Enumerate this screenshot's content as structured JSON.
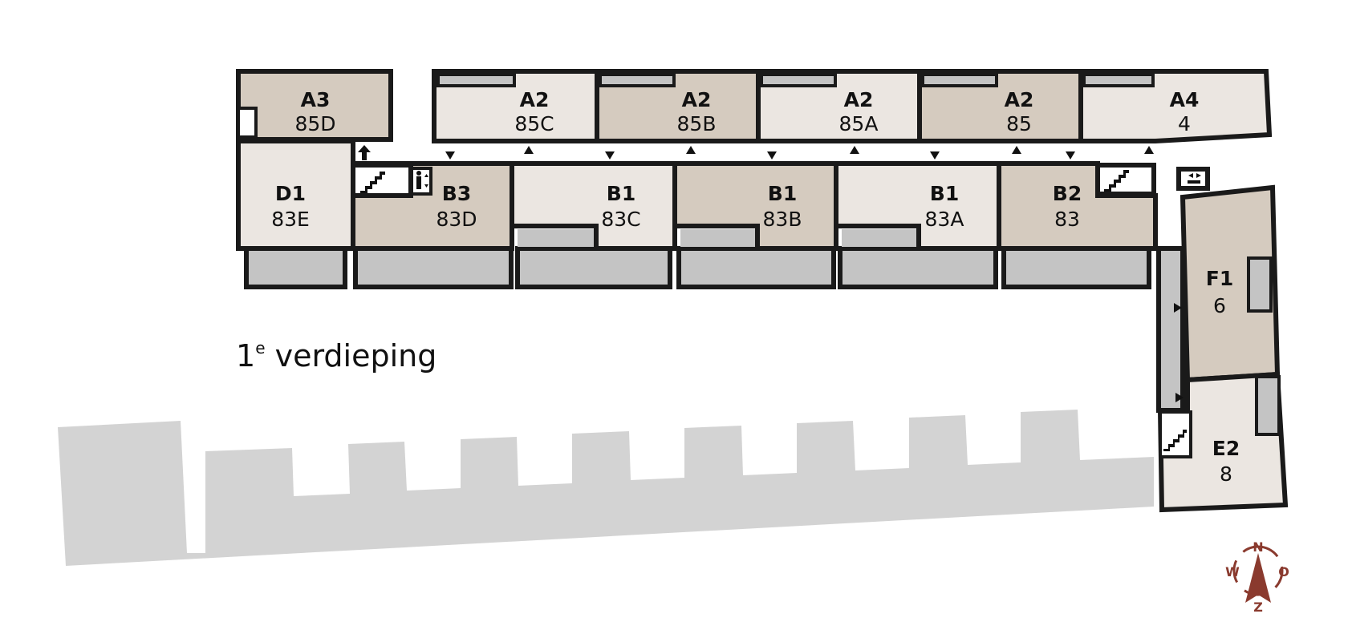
{
  "floor": {
    "number": "1",
    "suffix": "e",
    "name": "verdieping"
  },
  "colors": {
    "unit_light": "#ebe6e1",
    "unit_tan": "#d5cbbf",
    "balcony": "#c4c4c4",
    "ground_building": "#d3d3d3",
    "wall": "#1a1a1a",
    "compass": "#8a3a2e"
  },
  "units": {
    "a3_85d": {
      "type": "A3",
      "number": "85D"
    },
    "a2_85c": {
      "type": "A2",
      "number": "85C"
    },
    "a2_85b": {
      "type": "A2",
      "number": "85B"
    },
    "a2_85a": {
      "type": "A2",
      "number": "85A"
    },
    "a2_85": {
      "type": "A2",
      "number": "85"
    },
    "a4_4": {
      "type": "A4",
      "number": "4"
    },
    "d1_83e": {
      "type": "D1",
      "number": "83E"
    },
    "b3_83d": {
      "type": "B3",
      "number": "83D"
    },
    "b1_83c": {
      "type": "B1",
      "number": "83C"
    },
    "b1_83b": {
      "type": "B1",
      "number": "83B"
    },
    "b1_83a": {
      "type": "B1",
      "number": "83A"
    },
    "b2_83": {
      "type": "B2",
      "number": "83"
    },
    "f1_6": {
      "type": "F1",
      "number": "6"
    },
    "e2_8": {
      "type": "E2",
      "number": "8"
    }
  },
  "icons": [
    "staircase-icon",
    "toilet-icon",
    "elevator-icon",
    "exit-arrow-icon",
    "compass-icon"
  ],
  "compass": {
    "north": "N",
    "east": "O",
    "south": "Z",
    "west": "W"
  }
}
